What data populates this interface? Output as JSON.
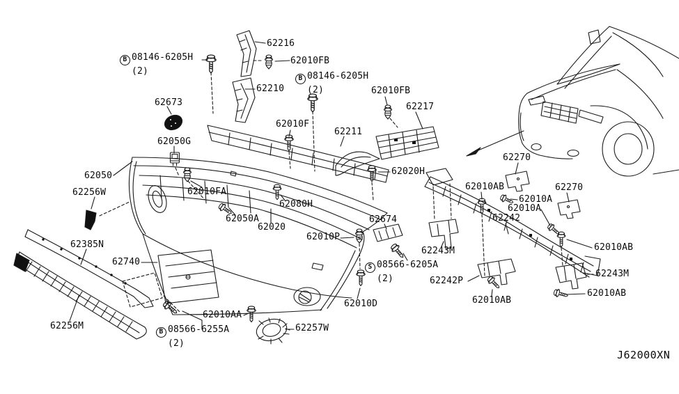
{
  "diagram": {
    "code": "J62000XN",
    "background": "#ffffff",
    "line_color": "#1a1a1a"
  },
  "labels": [
    {
      "text": "08146-6205H",
      "circle": "B",
      "qty": "(2)"
    },
    {
      "text": "62216"
    },
    {
      "text": "62010FB"
    },
    {
      "text": "08146-6205H",
      "circle": "B",
      "qty": "(2)"
    },
    {
      "text": "62210"
    },
    {
      "text": "62673"
    },
    {
      "text": "62010FB"
    },
    {
      "text": "62217"
    },
    {
      "text": "62010F"
    },
    {
      "text": "62211"
    },
    {
      "text": "62050G"
    },
    {
      "text": "62020H"
    },
    {
      "text": "62050"
    },
    {
      "text": "62256W"
    },
    {
      "text": "62010FA"
    },
    {
      "text": "62080H"
    },
    {
      "text": "62050A"
    },
    {
      "text": "62020"
    },
    {
      "text": "62385N"
    },
    {
      "text": "62740"
    },
    {
      "text": "62674"
    },
    {
      "text": "62010P"
    },
    {
      "text": "08566-6205A",
      "circle": "S",
      "qty": "(2)"
    },
    {
      "text": "62242"
    },
    {
      "text": "62270"
    },
    {
      "text": "62010AB"
    },
    {
      "text": "62010A"
    },
    {
      "text": "62270"
    },
    {
      "text": "62010A"
    },
    {
      "text": "62243M"
    },
    {
      "text": "62010AB"
    },
    {
      "text": "62242P"
    },
    {
      "text": "62010AB"
    },
    {
      "text": "62243M"
    },
    {
      "text": "62010AB"
    },
    {
      "text": "62010D"
    },
    {
      "text": "62010AA"
    },
    {
      "text": "08566-6255A",
      "circle": "B",
      "qty": "(2)"
    },
    {
      "text": "62256M"
    },
    {
      "text": "62257W"
    }
  ]
}
